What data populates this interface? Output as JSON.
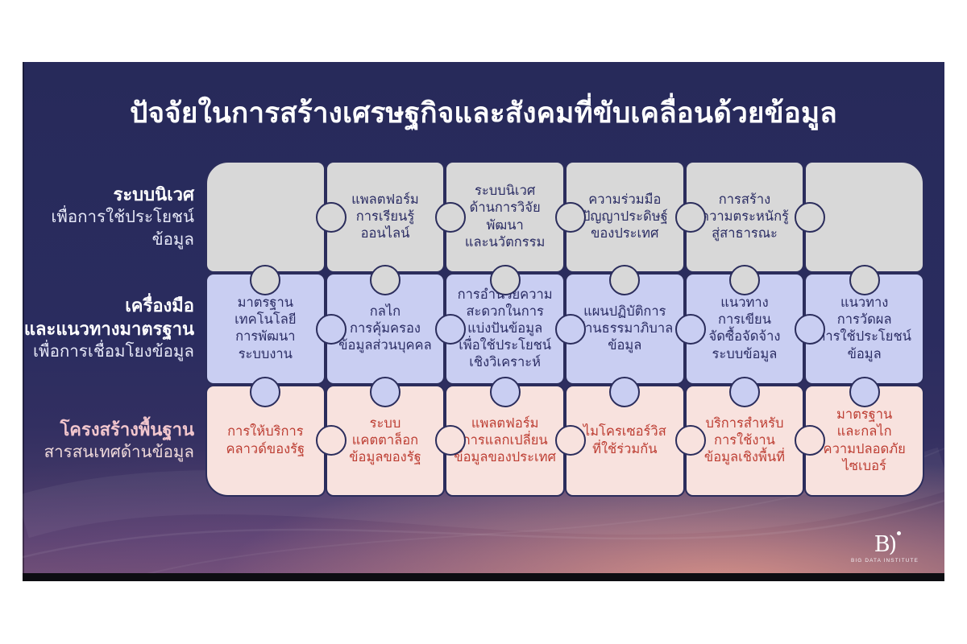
{
  "title": "ปัจจัยในการสร้างเศรษฐกิจและสังคมที่ขับเคลื่อนด้วยข้อมูล",
  "rows": [
    {
      "label_bold": "ระบบนิเวศ",
      "label_rest": "เพื่อการใช้ประโยชน์ข้อมูล",
      "pieces": [
        "",
        "แพลตฟอร์ม\nการเรียนรู้\nออนไลน์",
        "ระบบนิเวศ\nด้านการวิจัย\nพัฒนา\nและนวัตกรรม",
        "ความร่วมมือ\nปัญญาประดิษฐ์\nของประเทศ",
        "การสร้าง\nความตระหนักรู้\nสู่สาธารณะ",
        ""
      ]
    },
    {
      "label_bold": "เครื่องมือ\nและแนวทางมาตรฐาน",
      "label_rest": "เพื่อการเชื่อมโยงข้อมูล",
      "pieces": [
        "มาตรฐาน\nเทคโนโลยี\nการพัฒนา\nระบบงาน",
        "กลไก\nการคุ้มครอง\nข้อมูลส่วนบุคคล",
        "การอำนวยความ\nสะดวกในการ\nแบ่งปันข้อมูล\nเพื่อใช้ประโยชน์\nเชิงวิเคราะห์",
        "แผนปฏิบัติการ\nด้านธรรมาภิบาล\nข้อมูล",
        "แนวทาง\nการเขียน\nจัดซื้อจัดจ้าง\nระบบข้อมูล",
        "แนวทาง\nการวัดผล\nการใช้ประโยชน์\nข้อมูล"
      ]
    },
    {
      "label_bold": "โครงสร้างพื้นฐาน",
      "label_rest": "สารสนเทศด้านข้อมูล",
      "pieces": [
        "การให้บริการ\nคลาวด์ของรัฐ",
        "ระบบ\nแคตตาล็อก\nข้อมูลของรัฐ",
        "แพลตฟอร์ม\nการแลกเปลี่ยน\nข้อมูลของประเทศ",
        "ไมโครเซอร์วิส\nที่ใช้ร่วมกัน",
        "บริการสำหรับ\nการใช้งาน\nข้อมูลเชิงพื้นที่",
        "มาตรฐาน\nและกลไก\nความปลอดภัย\nไซเบอร์"
      ]
    }
  ],
  "logo": {
    "mark": "B)",
    "text": "BIG DATA INSTITUTE"
  },
  "colors": {
    "slide_navy": "#2a2c5f",
    "row1_fill": "#d8d8d8",
    "row2_fill": "#c9cef2",
    "row3_fill": "#f8e2de",
    "piece_border": "#2b2d5c",
    "rows12_text": "#2b2d64",
    "row3_text": "#bd3e33",
    "bottom_bar": "#0d0d12"
  }
}
